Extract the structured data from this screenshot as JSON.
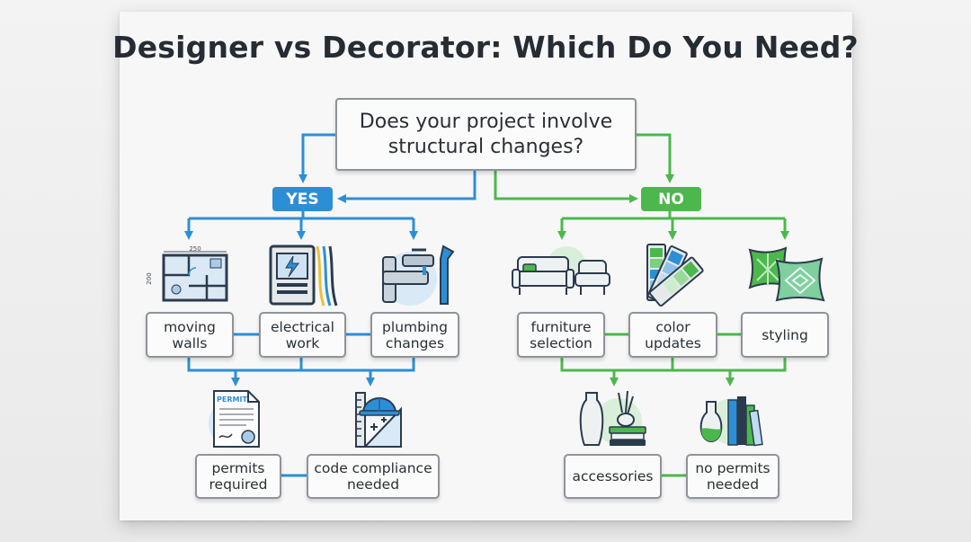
{
  "title": "Designer vs Decorator: Which Do You Need?",
  "question": "Does your project involve\nstructural changes?",
  "yes_label": "YES",
  "no_label": "NO",
  "yes_items": {
    "moving_walls": "moving\nwalls",
    "electrical_work": "electrical\nwork",
    "plumbing_changes": "plumbing\nchanges",
    "permits_required": "permits\nrequired",
    "code_compliance": "code compliance\nneeded"
  },
  "no_items": {
    "furniture_selection": "furniture\nselection",
    "color_updates": "color\nupdates",
    "styling": "styling",
    "accessories": "accessories",
    "no_permits": "no permits\nneeded"
  },
  "icon_text": {
    "permit": "PERMIT",
    "floorplan_width": "250",
    "floorplan_height": "200"
  },
  "colors": {
    "yes": "#2c8fd6",
    "no": "#4cb84c",
    "box_border": "#8f9399",
    "title": "#262c33"
  }
}
